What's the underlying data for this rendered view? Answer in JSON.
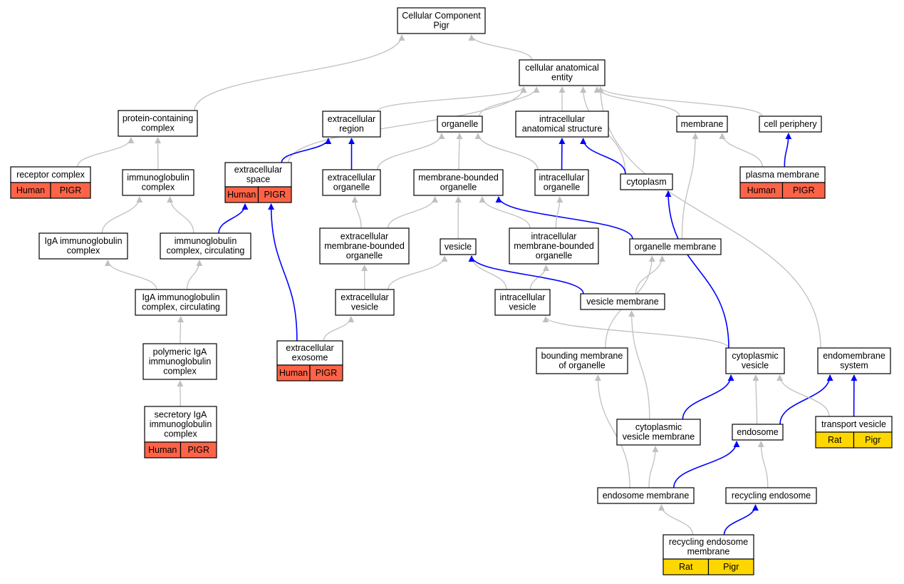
{
  "colors": {
    "edge_isa": "#c0c0c0",
    "edge_partof": "#0000ff",
    "human_ann": "#fe6347",
    "rat_ann": "#ffd700",
    "node_border": "#000000",
    "node_fill": "#ffffff"
  },
  "nodes": [
    {
      "id": "root",
      "lines": [
        "Cellular Component",
        "Pigr"
      ]
    },
    {
      "id": "cae",
      "lines": [
        "cellular anatomical",
        "entity"
      ]
    },
    {
      "id": "pcc",
      "lines": [
        "protein-containing",
        "complex"
      ]
    },
    {
      "id": "ecr",
      "lines": [
        "extracellular",
        "region"
      ]
    },
    {
      "id": "org",
      "lines": [
        "organelle"
      ]
    },
    {
      "id": "ias",
      "lines": [
        "intracellular",
        "anatomical structure"
      ]
    },
    {
      "id": "mem",
      "lines": [
        "membrane"
      ]
    },
    {
      "id": "cper",
      "lines": [
        "cell periphery"
      ]
    },
    {
      "id": "rc",
      "lines": [
        "receptor complex"
      ],
      "ann": [
        {
          "label": "Human",
          "kind": "human"
        },
        {
          "label": "PIGR",
          "kind": "human"
        }
      ]
    },
    {
      "id": "igc",
      "lines": [
        "immunoglobulin",
        "complex"
      ]
    },
    {
      "id": "ecs",
      "lines": [
        "extracellular",
        "space"
      ],
      "ann": [
        {
          "label": "Human",
          "kind": "human"
        },
        {
          "label": "PIGR",
          "kind": "human"
        }
      ]
    },
    {
      "id": "eco",
      "lines": [
        "extracellular",
        "organelle"
      ]
    },
    {
      "id": "mbo",
      "lines": [
        "membrane-bounded",
        "organelle"
      ]
    },
    {
      "id": "ico",
      "lines": [
        "intracellular",
        "organelle"
      ]
    },
    {
      "id": "cyt",
      "lines": [
        "cytoplasm"
      ]
    },
    {
      "id": "pm",
      "lines": [
        "plasma membrane"
      ],
      "ann": [
        {
          "label": "Human",
          "kind": "human"
        },
        {
          "label": "PIGR",
          "kind": "human"
        }
      ]
    },
    {
      "id": "igac",
      "lines": [
        "IgA immunoglobulin",
        "complex"
      ]
    },
    {
      "id": "igcc",
      "lines": [
        "immunoglobulin",
        "complex, circulating"
      ]
    },
    {
      "id": "embo",
      "lines": [
        "extracellular",
        "membrane-bounded",
        "organelle"
      ]
    },
    {
      "id": "ves",
      "lines": [
        "vesicle"
      ]
    },
    {
      "id": "imbo",
      "lines": [
        "intracellular",
        "membrane-bounded",
        "organelle"
      ]
    },
    {
      "id": "om",
      "lines": [
        "organelle membrane"
      ]
    },
    {
      "id": "igacc",
      "lines": [
        "IgA immunoglobulin",
        "complex, circulating"
      ]
    },
    {
      "id": "ecv",
      "lines": [
        "extracellular",
        "vesicle"
      ]
    },
    {
      "id": "icv",
      "lines": [
        "intracellular",
        "vesicle"
      ]
    },
    {
      "id": "vm",
      "lines": [
        "vesicle membrane"
      ]
    },
    {
      "id": "piga",
      "lines": [
        "polymeric IgA",
        "immunoglobulin",
        "complex"
      ]
    },
    {
      "id": "exo",
      "lines": [
        "extracellular",
        "exosome"
      ],
      "ann": [
        {
          "label": "Human",
          "kind": "human"
        },
        {
          "label": "PIGR",
          "kind": "human"
        }
      ]
    },
    {
      "id": "bmo",
      "lines": [
        "bounding membrane",
        "of organelle"
      ]
    },
    {
      "id": "cv",
      "lines": [
        "cytoplasmic",
        "vesicle"
      ]
    },
    {
      "id": "ems",
      "lines": [
        "endomembrane",
        "system"
      ]
    },
    {
      "id": "siga",
      "lines": [
        "secretory IgA",
        "immunoglobulin",
        "complex"
      ],
      "ann": [
        {
          "label": "Human",
          "kind": "human"
        },
        {
          "label": "PIGR",
          "kind": "human"
        }
      ]
    },
    {
      "id": "cvm",
      "lines": [
        "cytoplasmic",
        "vesicle membrane"
      ]
    },
    {
      "id": "endo",
      "lines": [
        "endosome"
      ]
    },
    {
      "id": "tv",
      "lines": [
        "transport vesicle"
      ],
      "ann": [
        {
          "label": "Rat",
          "kind": "rat"
        },
        {
          "label": "Pigr",
          "kind": "rat"
        }
      ]
    },
    {
      "id": "em",
      "lines": [
        "endosome membrane"
      ]
    },
    {
      "id": "re",
      "lines": [
        "recycling endosome"
      ]
    },
    {
      "id": "rem",
      "lines": [
        "recycling endosome",
        "membrane"
      ],
      "ann": [
        {
          "label": "Rat",
          "kind": "rat"
        },
        {
          "label": "Pigr",
          "kind": "rat"
        }
      ]
    }
  ],
  "edges": [
    {
      "from": "cae",
      "to": "root",
      "kind": "is_a"
    },
    {
      "from": "pcc",
      "to": "root",
      "kind": "is_a"
    },
    {
      "from": "ecr",
      "to": "cae",
      "kind": "is_a"
    },
    {
      "from": "org",
      "to": "cae",
      "kind": "is_a"
    },
    {
      "from": "ias",
      "to": "cae",
      "kind": "is_a"
    },
    {
      "from": "mem",
      "to": "cae",
      "kind": "is_a"
    },
    {
      "from": "cper",
      "to": "cae",
      "kind": "is_a"
    },
    {
      "from": "ecs",
      "to": "cae",
      "kind": "is_a"
    },
    {
      "from": "cyt",
      "to": "cae",
      "kind": "is_a"
    },
    {
      "from": "ems",
      "to": "cae",
      "kind": "is_a"
    },
    {
      "from": "rc",
      "to": "pcc",
      "kind": "is_a"
    },
    {
      "from": "igc",
      "to": "pcc",
      "kind": "is_a"
    },
    {
      "from": "ecs",
      "to": "ecr",
      "kind": "part_of"
    },
    {
      "from": "eco",
      "to": "ecr",
      "kind": "part_of"
    },
    {
      "from": "eco",
      "to": "org",
      "kind": "is_a"
    },
    {
      "from": "mbo",
      "to": "org",
      "kind": "is_a"
    },
    {
      "from": "ico",
      "to": "org",
      "kind": "is_a"
    },
    {
      "from": "ico",
      "to": "ias",
      "kind": "part_of"
    },
    {
      "from": "cyt",
      "to": "ias",
      "kind": "part_of"
    },
    {
      "from": "pm",
      "to": "mem",
      "kind": "is_a"
    },
    {
      "from": "pm",
      "to": "cper",
      "kind": "part_of"
    },
    {
      "from": "om",
      "to": "mem",
      "kind": "is_a"
    },
    {
      "from": "igac",
      "to": "igc",
      "kind": "is_a"
    },
    {
      "from": "igcc",
      "to": "igc",
      "kind": "is_a"
    },
    {
      "from": "igcc",
      "to": "ecs",
      "kind": "part_of"
    },
    {
      "from": "exo",
      "to": "ecs",
      "kind": "part_of"
    },
    {
      "from": "embo",
      "to": "eco",
      "kind": "is_a"
    },
    {
      "from": "embo",
      "to": "mbo",
      "kind": "is_a"
    },
    {
      "from": "ves",
      "to": "mbo",
      "kind": "is_a"
    },
    {
      "from": "imbo",
      "to": "mbo",
      "kind": "is_a"
    },
    {
      "from": "om",
      "to": "mbo",
      "kind": "part_of"
    },
    {
      "from": "imbo",
      "to": "ico",
      "kind": "is_a"
    },
    {
      "from": "igacc",
      "to": "igac",
      "kind": "is_a"
    },
    {
      "from": "igacc",
      "to": "igcc",
      "kind": "is_a"
    },
    {
      "from": "ecv",
      "to": "embo",
      "kind": "is_a"
    },
    {
      "from": "ecv",
      "to": "ves",
      "kind": "is_a"
    },
    {
      "from": "icv",
      "to": "ves",
      "kind": "is_a"
    },
    {
      "from": "icv",
      "to": "imbo",
      "kind": "is_a"
    },
    {
      "from": "vm",
      "to": "ves",
      "kind": "part_of"
    },
    {
      "from": "vm",
      "to": "om",
      "kind": "is_a"
    },
    {
      "from": "bmo",
      "to": "om",
      "kind": "is_a"
    },
    {
      "from": "piga",
      "to": "igacc",
      "kind": "is_a"
    },
    {
      "from": "exo",
      "to": "ecv",
      "kind": "is_a"
    },
    {
      "from": "cv",
      "to": "icv",
      "kind": "is_a"
    },
    {
      "from": "cv",
      "to": "cyt",
      "kind": "part_of"
    },
    {
      "from": "siga",
      "to": "piga",
      "kind": "is_a"
    },
    {
      "from": "cvm",
      "to": "vm",
      "kind": "is_a"
    },
    {
      "from": "cvm",
      "to": "cv",
      "kind": "part_of"
    },
    {
      "from": "endo",
      "to": "cv",
      "kind": "is_a"
    },
    {
      "from": "endo",
      "to": "ems",
      "kind": "part_of"
    },
    {
      "from": "tv",
      "to": "cv",
      "kind": "is_a"
    },
    {
      "from": "tv",
      "to": "ems",
      "kind": "part_of"
    },
    {
      "from": "em",
      "to": "bmo",
      "kind": "is_a"
    },
    {
      "from": "em",
      "to": "cvm",
      "kind": "is_a"
    },
    {
      "from": "em",
      "to": "endo",
      "kind": "part_of"
    },
    {
      "from": "re",
      "to": "endo",
      "kind": "is_a"
    },
    {
      "from": "rem",
      "to": "em",
      "kind": "is_a"
    },
    {
      "from": "rem",
      "to": "re",
      "kind": "part_of"
    }
  ]
}
